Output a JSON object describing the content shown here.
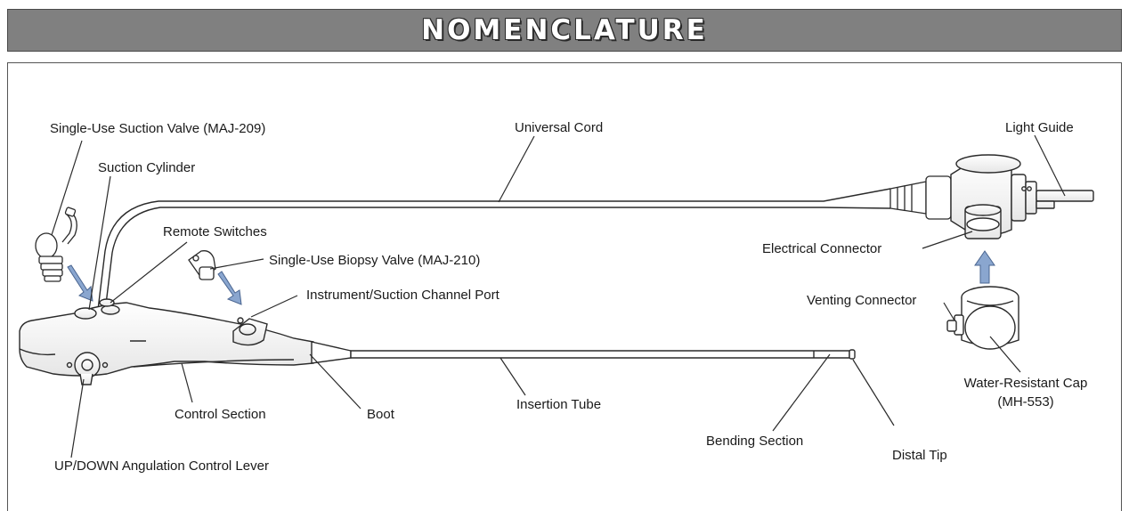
{
  "title": "NOMENCLATURE",
  "labels": {
    "suction_valve": "Single-Use Suction Valve (MAJ-209)",
    "suction_cylinder": "Suction Cylinder",
    "remote_switches": "Remote Switches",
    "biopsy_valve": "Single-Use Biopsy Valve (MAJ-210)",
    "channel_port": "Instrument/Suction Channel Port",
    "universal_cord": "Universal Cord",
    "light_guide": "Light Guide",
    "electrical_connector": "Electrical Connector",
    "venting_connector": "Venting Connector",
    "cap_line1": "Water-Resistant Cap",
    "cap_line2": "(MH-553)",
    "control_section": "Control Section",
    "boot": "Boot",
    "insertion_tube": "Insertion Tube",
    "bending_section": "Bending Section",
    "distal_tip": "Distal Tip",
    "angulation_lever": "UP/DOWN Angulation Control Lever"
  },
  "colors": {
    "banner": "#808080",
    "arrow": "#8aa6cf",
    "line": "#2a2a2a"
  }
}
